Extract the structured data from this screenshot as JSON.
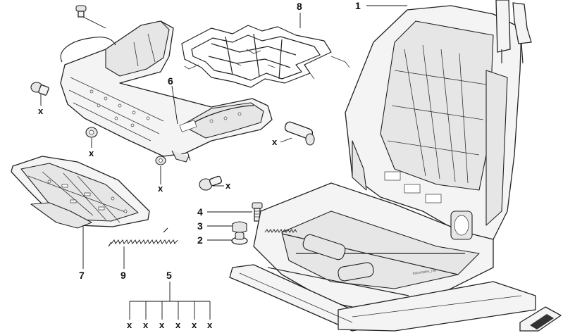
{
  "callouts": {
    "c1": "1",
    "c2": "2",
    "c3": "3",
    "c4": "4",
    "c5": "5",
    "c6": "6",
    "c7": "7",
    "c8": "8",
    "c9": "9"
  },
  "x_marks": {
    "bolt_left": "x",
    "nut_left": "x",
    "pin_right": "x",
    "washer": "x",
    "bushing": "x",
    "group5": [
      "x",
      "x",
      "x",
      "x",
      "x",
      "x"
    ]
  },
  "frame_mark_text": "bitcomplex_rail"
}
